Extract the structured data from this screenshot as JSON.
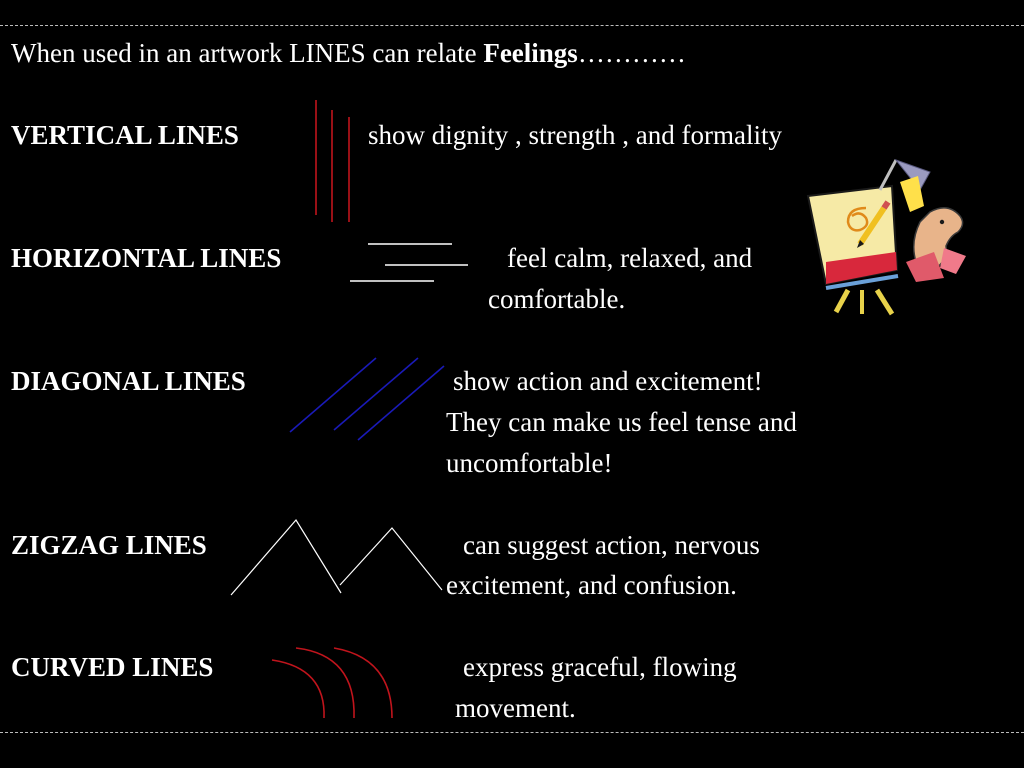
{
  "intro": {
    "text": "When used in an artwork LINES  can relate ",
    "emphasis": "Feelings",
    "ellipsis": "…………"
  },
  "sections": {
    "vertical": {
      "heading": "VERTICAL LINES",
      "line1": "show dignity , strength , and formality"
    },
    "horizontal": {
      "heading": "HORIZONTAL LINES",
      "line1": "feel calm, relaxed, and",
      "line2": "comfortable."
    },
    "diagonal": {
      "heading": "DIAGONAL LINES",
      "line1": "show action and excitement!",
      "line2": "They can make us feel tense and",
      "line3": "uncomfortable!"
    },
    "zigzag": {
      "heading": "ZIGZAG LINES",
      "line1": "can suggest action, nervous",
      "line2": "excitement, and confusion."
    },
    "curved": {
      "heading": "CURVED LINES",
      "line1": "express graceful, flowing",
      "line2": "movement."
    }
  },
  "colors": {
    "background": "#000000",
    "text": "#ffffff",
    "vertical_lines": "#c0141c",
    "horizontal_lines": "#ffffff",
    "diagonal_lines": "#1a1ab8",
    "zigzag_lines": "#ffffff",
    "curved_lines": "#c0141c"
  },
  "clipart": {
    "icon": "artist-easel-icon"
  }
}
